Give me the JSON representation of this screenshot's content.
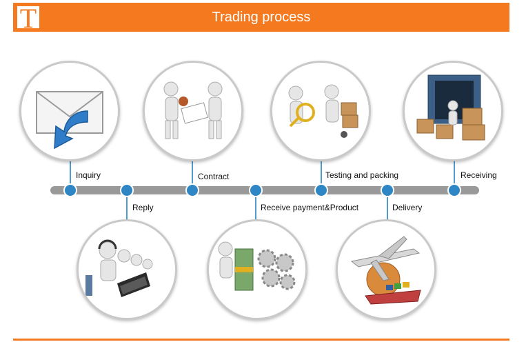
{
  "header": {
    "logo_letter": "T",
    "title": "Trading process"
  },
  "steps": [
    {
      "label": "Inquiry"
    },
    {
      "label": "Reply"
    },
    {
      "label": "Contract"
    },
    {
      "label": "Receive payment&Product"
    },
    {
      "label": "Testing and packing"
    },
    {
      "label": "Delivery"
    },
    {
      "label": "Receiving"
    }
  ],
  "colors": {
    "accent": "#f57a1f",
    "timeline": "#999999",
    "node": "#2f86c5"
  }
}
